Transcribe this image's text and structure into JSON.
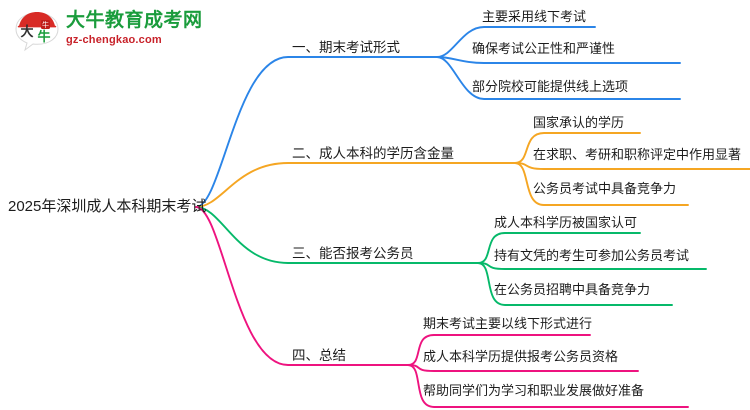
{
  "logo": {
    "mark_text": "大牛",
    "title": "大牛教育成考网",
    "subtitle": "gz-chengkao.com",
    "title_color": "#1a9c3c",
    "subtitle_color": "#c8222a",
    "mark_color": "#d82b26"
  },
  "mindmap": {
    "root": {
      "label": "2025年深圳成人本科期末考试"
    },
    "branches": [
      {
        "label": "一、期末考试形式",
        "color": "#2b85e8",
        "children": [
          "主要采用线下考试",
          "确保考试公正性和严谨性",
          "部分院校可能提供线上选项"
        ]
      },
      {
        "label": "二、成人本科的学历含金量",
        "color": "#f5a623",
        "children": [
          "国家承认的学历",
          "在求职、考研和职称评定中作用显著",
          "公务员考试中具备竞争力"
        ]
      },
      {
        "label": "三、能否报考公务员",
        "color": "#06b96a",
        "children": [
          "成人本科学历被国家认可",
          "持有文凭的考生可参加公务员考试",
          "在公务员招聘中具备竞争力"
        ]
      },
      {
        "label": "四、总结",
        "color": "#ee137f",
        "children": [
          "期末考试主要以线下形式进行",
          "成人本科学历提供报考公务员资格",
          "帮助同学们为学习和职业发展做好准备"
        ]
      }
    ]
  }
}
